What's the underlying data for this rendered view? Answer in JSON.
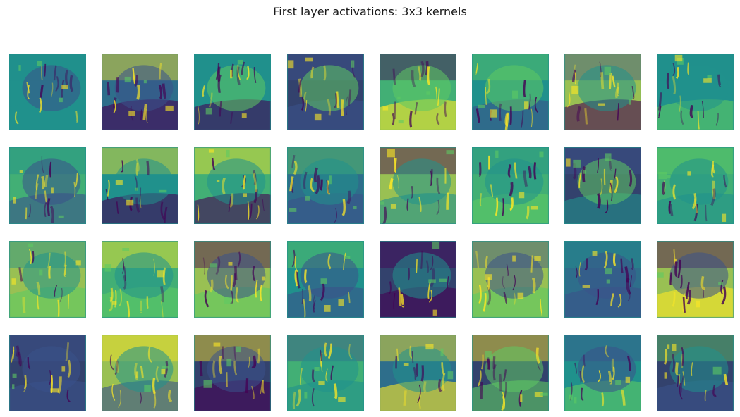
{
  "figure": {
    "title": "First layer activations: 3x3 kernels"
  },
  "panels": {
    "rows": 4,
    "cols": 8,
    "colormap": "viridis",
    "palette": [
      "#440154",
      "#3b528b",
      "#21918c",
      "#5ec962",
      "#fde725"
    ]
  }
}
